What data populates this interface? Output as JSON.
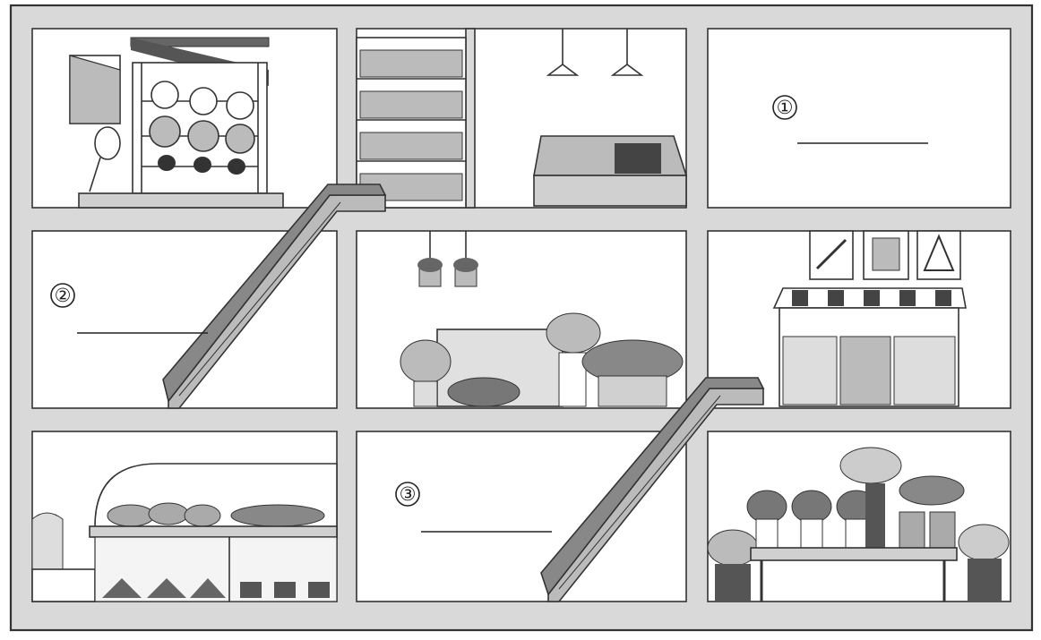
{
  "labels": {
    "label_1": "①",
    "label_2": "②",
    "label_3": "③"
  },
  "palette": {
    "ink": "#333333",
    "frame": "#d9d9d9",
    "shade": "#a8a8a8",
    "dark": "#555555",
    "paper": "#ffffff"
  },
  "icons": [
    "sports-shop-icon",
    "bookshelf-icon",
    "cash-register-icon",
    "escalator-icon",
    "flower-shop-icon",
    "stationery-shop-icon",
    "bakery-icon",
    "plant-shop-icon"
  ]
}
